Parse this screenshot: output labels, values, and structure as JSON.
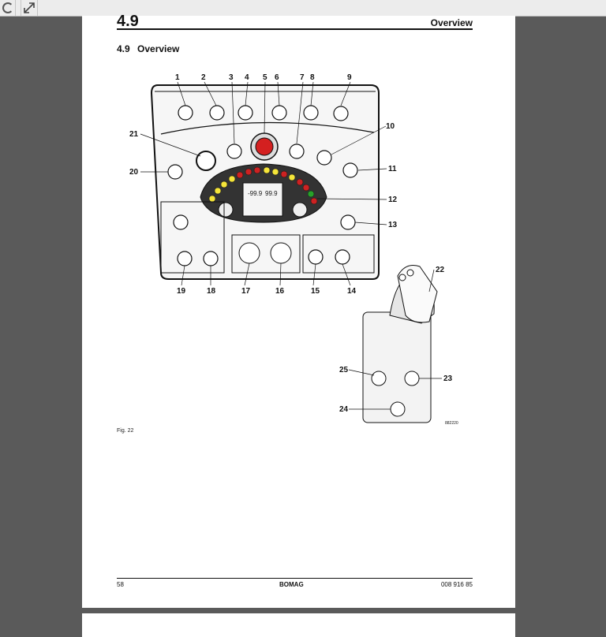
{
  "toolbar": {
    "rotate_icon": "rotate-icon",
    "fullscreen_icon": "expand-icon"
  },
  "page": {
    "section_number": "4.9",
    "header_title": "Overview",
    "section_heading": "4.9   Overview",
    "figure_caption": "Fig. 22",
    "figure_code": "882220",
    "display_values": {
      "left": "-99.9",
      "right": "99.9"
    },
    "footer": {
      "page_number": "58",
      "brand": "BOMAG",
      "doc_number": "008 916 85"
    }
  },
  "callouts": [
    "1",
    "2",
    "3",
    "4",
    "5",
    "6",
    "7",
    "8",
    "9",
    "10",
    "11",
    "12",
    "13",
    "14",
    "15",
    "16",
    "17",
    "18",
    "19",
    "20",
    "21",
    "22",
    "23",
    "24",
    "25"
  ]
}
